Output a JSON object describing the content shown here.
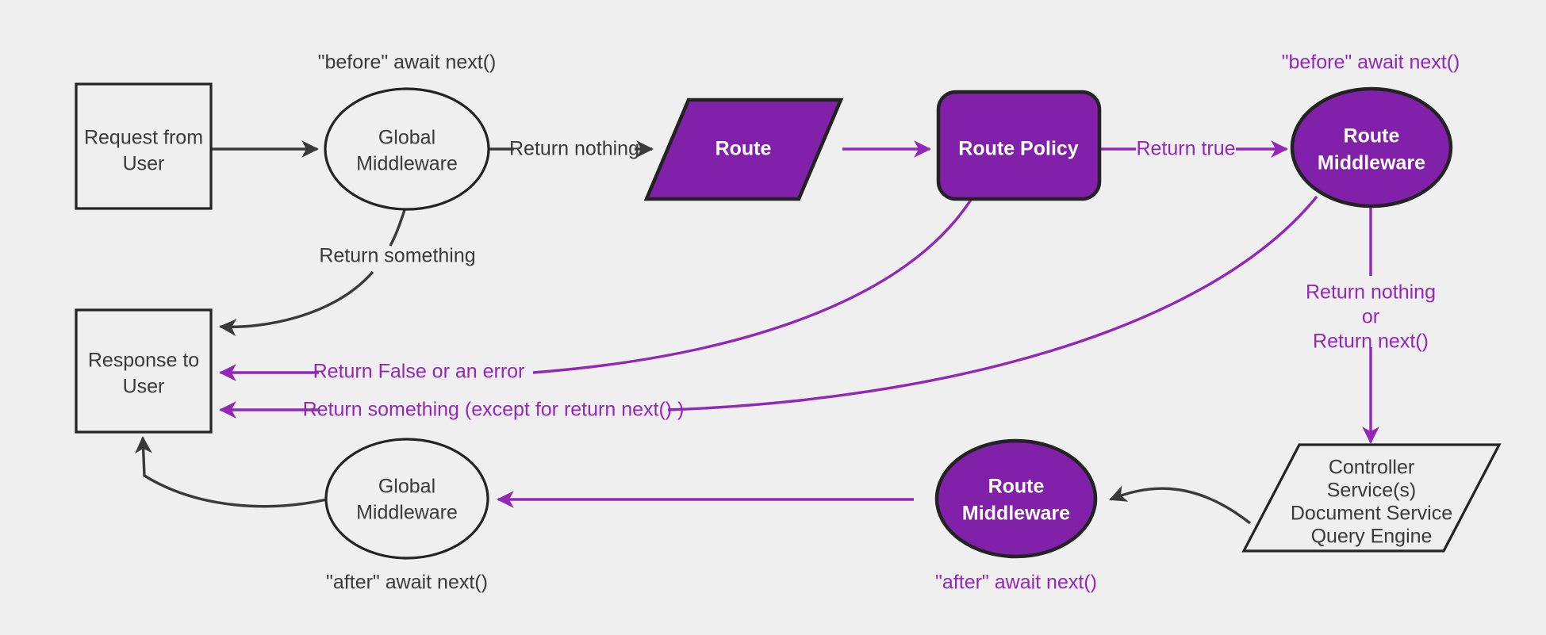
{
  "diagram": {
    "title": "Request / Middleware lifecycle flow",
    "background_color": "#efefef",
    "accent_purple": "#8120a8",
    "line_purple": "#9327b7",
    "line_dark": "#3a3a3a"
  },
  "nodes": {
    "request_from_user": {
      "line1": "Request from",
      "line2": "User",
      "shape": "rectangle",
      "style": "light"
    },
    "global_middleware_top": {
      "line1": "Global",
      "line2": "Middleware",
      "shape": "ellipse",
      "style": "light"
    },
    "route": {
      "line1": "Route",
      "shape": "parallelogram",
      "style": "purple"
    },
    "route_policy": {
      "line1": "Route Policy",
      "shape": "rounded-rect",
      "style": "purple"
    },
    "route_middleware_top": {
      "line1": "Route",
      "line2": "Middleware",
      "shape": "ellipse",
      "style": "purple"
    },
    "controller_stack": {
      "line1": "Controller",
      "line2": "Service(s)",
      "line3": "Document Service",
      "line4": "Query Engine",
      "shape": "parallelogram",
      "style": "light"
    },
    "route_middleware_bottom": {
      "line1": "Route",
      "line2": "Middleware",
      "shape": "ellipse",
      "style": "purple"
    },
    "global_middleware_bottom": {
      "line1": "Global",
      "line2": "Middleware",
      "shape": "ellipse",
      "style": "light"
    },
    "response_to_user": {
      "line1": "Response to",
      "line2": "User",
      "shape": "rectangle",
      "style": "light"
    }
  },
  "annotations": {
    "before_await_next_global": {
      "text": "\"before\" await next()",
      "color": "dark"
    },
    "before_await_next_route": {
      "text": "\"before\" await next()",
      "color": "purple"
    },
    "after_await_next_global": {
      "text": "\"after\" await next()",
      "color": "dark"
    },
    "after_await_next_route": {
      "text": "\"after\" await next()",
      "color": "purple"
    }
  },
  "edge_labels": {
    "return_nothing": {
      "text": "Return nothing",
      "color": "dark"
    },
    "return_something_top": {
      "text": "Return something",
      "color": "dark"
    },
    "return_true": {
      "text": "Return true",
      "color": "purple"
    },
    "return_false_or_error": {
      "text": "Return False or an error",
      "color": "purple"
    },
    "return_something_except_next": {
      "text": "Return something (except for return next() )",
      "color": "purple"
    },
    "return_nothing_or_next_line1": {
      "text": "Return nothing",
      "color": "purple"
    },
    "return_nothing_or_next_line2": {
      "text": "or",
      "color": "purple"
    },
    "return_nothing_or_next_line3": {
      "text": "Return next()",
      "color": "purple"
    }
  }
}
